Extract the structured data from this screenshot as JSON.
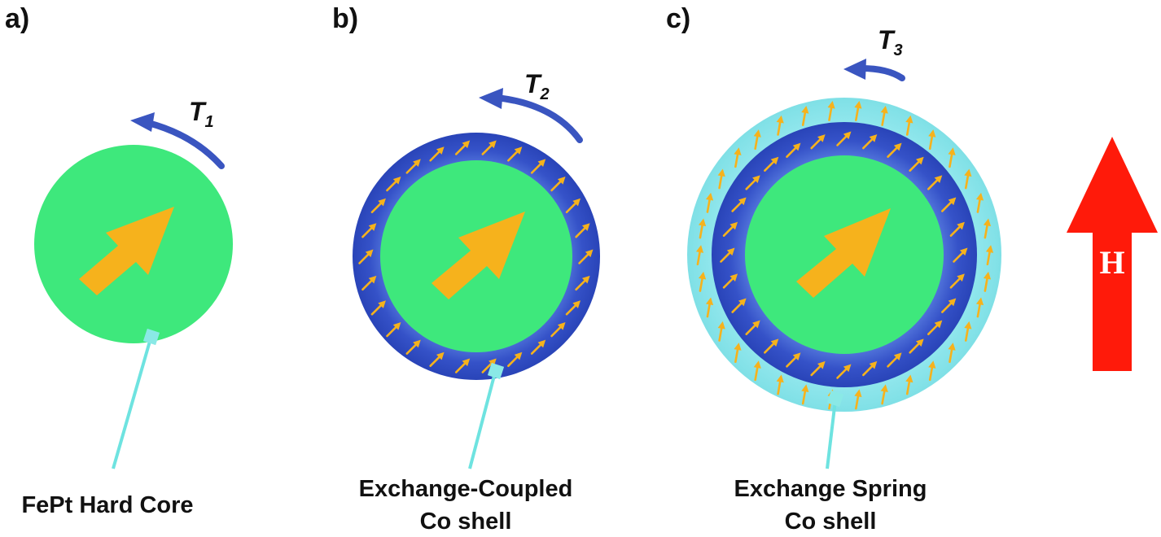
{
  "panels": {
    "a": {
      "label": "a)",
      "torque": "T",
      "torque_sub": "1",
      "caption_lines": [
        "FePt Hard Core"
      ]
    },
    "b": {
      "label": "b)",
      "torque": "T",
      "torque_sub": "2",
      "caption_lines": [
        "Exchange-Coupled",
        "Co shell"
      ]
    },
    "c": {
      "label": "c)",
      "torque": "T",
      "torque_sub": "3",
      "caption_lines": [
        "Exchange Spring",
        "Co shell"
      ]
    }
  },
  "field": {
    "label": "H"
  },
  "colors": {
    "core": "#3ee87c",
    "coupled_shell": "#2f4fc4",
    "spring_shell": "#8fe6ea",
    "moment_arrow": "#f6b21c",
    "torque_arrow": "#3a55c0",
    "leader": "#6ee3e0",
    "field_arrow": "#ff1a0a"
  }
}
